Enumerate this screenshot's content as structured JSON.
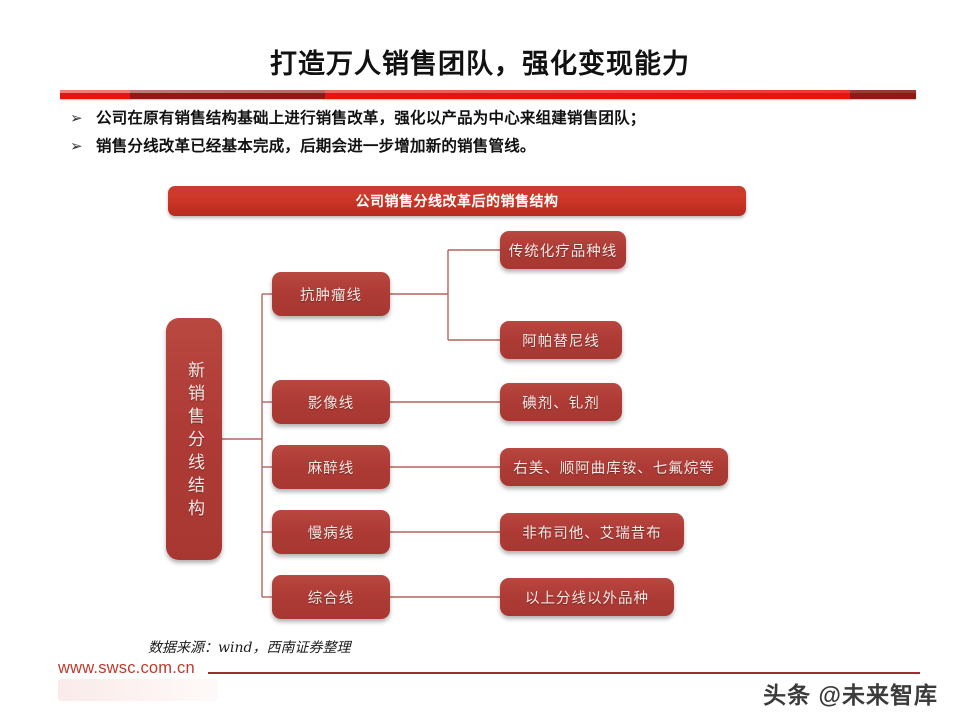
{
  "slide": {
    "title": "打造万人销售团队，强化变现能力",
    "bullet_marker": "➢",
    "bullets": [
      "公司在原有销售结构基础上进行销售改革，强化以产品为中心来组建销售团队；",
      "销售分线改革已经基本完成，后期会进一步增加新的销售管线。"
    ]
  },
  "chart_data": {
    "type": "diagram",
    "title": "公司销售分线改革后的销售结构",
    "root": "新销售分线结构",
    "branches": [
      {
        "label": "抗肿瘤线",
        "leaves": [
          "传统化疗品种线",
          "阿帕替尼线"
        ]
      },
      {
        "label": "影像线",
        "leaves": [
          "碘剂、钆剂"
        ]
      },
      {
        "label": "麻醉线",
        "leaves": [
          "右美、顺阿曲库铵、七氟烷等"
        ]
      },
      {
        "label": "慢病线",
        "leaves": [
          "非布司他、艾瑞昔布"
        ]
      },
      {
        "label": "综合线",
        "leaves": [
          "以上分线以外品种"
        ]
      }
    ],
    "colors": {
      "node_fill": "#ae3b35",
      "banner_fill": "#c53c2e",
      "connector": "#b5645f",
      "node_text": "#f7e9e6"
    }
  },
  "footer": {
    "source_note": "数据来源：wind，西南证券整理",
    "url": "www.swsc.com.cn",
    "watermark": "头条 @未来智库"
  }
}
